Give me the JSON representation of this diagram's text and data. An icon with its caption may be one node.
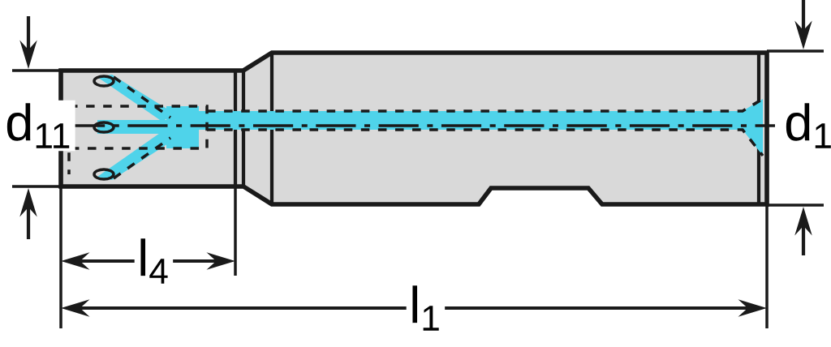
{
  "diagram": {
    "labels": [
      "d$_{11}$",
      "d$_{1}$",
      "l$_{4}$",
      "l$_{1}$"
    ]
  }
}
